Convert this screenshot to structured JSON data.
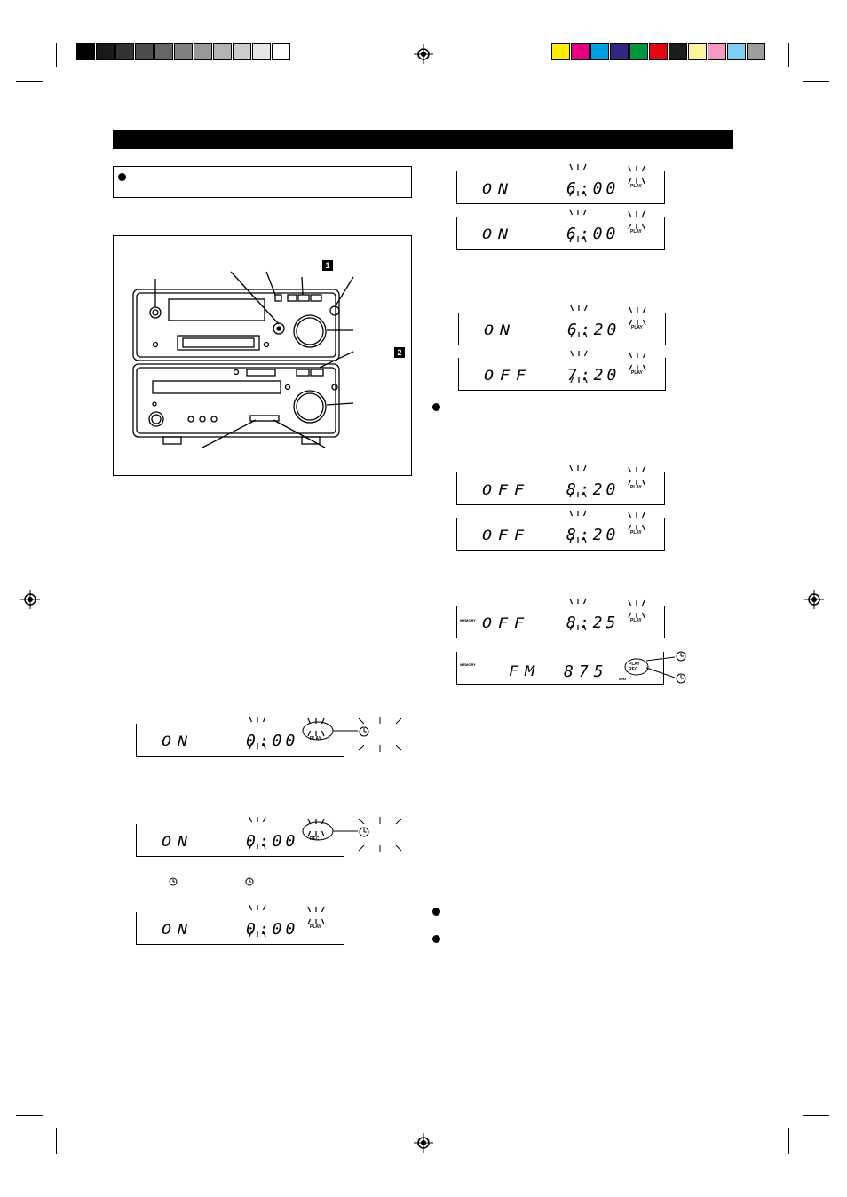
{
  "gray_swatches": [
    "#000000",
    "#1a1a1a",
    "#333333",
    "#4d4d4d",
    "#666666",
    "#808080",
    "#999999",
    "#b3b3b3",
    "#cccccc",
    "#e6e6e6",
    "#ffffff"
  ],
  "color_swatches": [
    "#ffed00",
    "#e6007e",
    "#009fe3",
    "#312783",
    "#009640",
    "#e30613",
    "#1d1d1b",
    "#fff59b",
    "#f49ac1",
    "#7fcef4",
    "#9d9d9c"
  ],
  "device_markers": {
    "top": "1",
    "side": "2"
  },
  "displays_right": [
    {
      "label": "ON",
      "time": "6:00",
      "indicator": "PLAY"
    },
    {
      "label": "ON",
      "time": "6:00",
      "indicator": "PLAY"
    },
    {
      "label": "ON",
      "time": "6:20",
      "indicator": "PLAY"
    },
    {
      "label": "OFF",
      "time": "7:20",
      "indicator": "PLAY"
    },
    {
      "label": "OFF",
      "time": "8:20",
      "indicator": "PLAY"
    },
    {
      "label": "OFF",
      "time": "8:20",
      "indicator": "PLAY"
    },
    {
      "label": "OFF",
      "time": "8:25",
      "indicator": "PLAY",
      "memory": "MEMORY"
    }
  ],
  "final_display": {
    "memory": "MEMORY",
    "band": "FM",
    "freq": "875",
    "unit": "MHz",
    "play": "PLAY",
    "rec": "REC"
  },
  "displays_left": [
    {
      "label": "ON",
      "time": "0:00",
      "indicator": "PLAY"
    },
    {
      "label": "ON",
      "time": "0:00",
      "indicator": "REC"
    },
    {
      "label": "ON",
      "time": "0:00",
      "indicator": "PLAY"
    }
  ]
}
